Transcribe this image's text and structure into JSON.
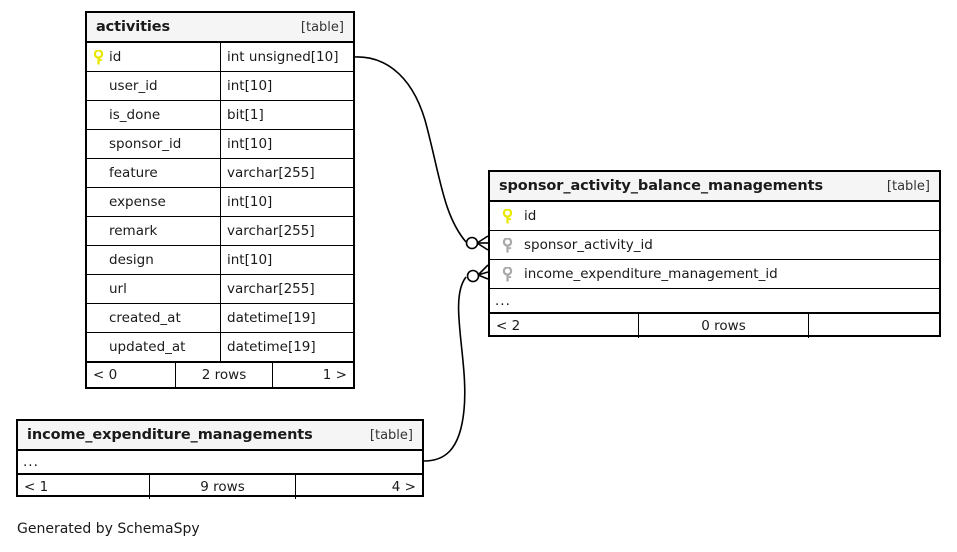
{
  "diagram": {
    "generator_note": "Generated by SchemaSpy",
    "kind_label": "[table]"
  },
  "tables": [
    {
      "id": "activities",
      "name": "activities",
      "kind": "[table]",
      "columns": [
        {
          "name": "id",
          "type": "int unsigned[10]",
          "key": "primary"
        },
        {
          "name": "user_id",
          "type": "int[10]",
          "key": "none"
        },
        {
          "name": "is_done",
          "type": "bit[1]",
          "key": "none"
        },
        {
          "name": "sponsor_id",
          "type": "int[10]",
          "key": "none"
        },
        {
          "name": "feature",
          "type": "varchar[255]",
          "key": "none"
        },
        {
          "name": "expense",
          "type": "int[10]",
          "key": "none"
        },
        {
          "name": "remark",
          "type": "varchar[255]",
          "key": "none"
        },
        {
          "name": "design",
          "type": "int[10]",
          "key": "none"
        },
        {
          "name": "url",
          "type": "varchar[255]",
          "key": "none"
        },
        {
          "name": "created_at",
          "type": "datetime[19]",
          "key": "none"
        },
        {
          "name": "updated_at",
          "type": "datetime[19]",
          "key": "none"
        }
      ],
      "has_ellipsis": false,
      "footer": {
        "left": "< 0",
        "center": "2 rows",
        "right": "1 >"
      }
    },
    {
      "id": "sponsor_activity_balance_managements",
      "name": "sponsor_activity_balance_managements",
      "kind": "[table]",
      "columns": [
        {
          "name": "id",
          "type": "",
          "key": "primary"
        },
        {
          "name": "sponsor_activity_id",
          "type": "",
          "key": "foreign"
        },
        {
          "name": "income_expenditure_management_id",
          "type": "",
          "key": "foreign"
        }
      ],
      "has_ellipsis": true,
      "ellipsis": "...",
      "footer": {
        "left": "< 2",
        "center": "0 rows",
        "right": ""
      }
    },
    {
      "id": "income_expenditure_managements",
      "name": "income_expenditure_managements",
      "kind": "[table]",
      "columns": [],
      "has_ellipsis": true,
      "ellipsis": "...",
      "footer": {
        "left": "< 1",
        "center": "9 rows",
        "right": "4 >"
      }
    }
  ],
  "relationships": [
    {
      "from_table": "activities",
      "from_column": "id",
      "to_table": "sponsor_activity_balance_managements",
      "to_column": "sponsor_activity_id",
      "from_cardinality": "one",
      "to_cardinality": "many"
    },
    {
      "from_table": "income_expenditure_managements",
      "from_column": "...",
      "to_table": "sponsor_activity_balance_managements",
      "to_column": "income_expenditure_management_id",
      "from_cardinality": "one",
      "to_cardinality": "many"
    }
  ],
  "colors": {
    "primary_key": "#e8e800",
    "foreign_key": "#a9a9a9",
    "header_bg": "#f5f5f5",
    "border": "#000000",
    "text": "#1a1a1a",
    "edge": "#000000"
  }
}
